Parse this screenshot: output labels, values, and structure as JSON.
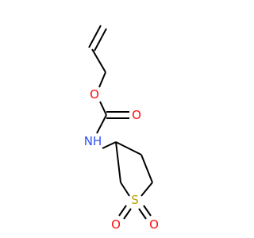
{
  "molecule": {
    "atoms": {
      "o_ester": {
        "symbol": "O",
        "color": "#ff0d0d"
      },
      "o_carbonyl": {
        "symbol": "O",
        "color": "#ff0d0d"
      },
      "n_amide": {
        "symbol": "NH",
        "color": "#3050f8"
      },
      "s_ring": {
        "symbol": "S",
        "color": "#b8a000"
      },
      "o_sulfonyl_left": {
        "symbol": "O",
        "color": "#ff0d0d"
      },
      "o_sulfonyl_right": {
        "symbol": "O",
        "color": "#ff0d0d"
      }
    },
    "bond_color": "#000000"
  }
}
